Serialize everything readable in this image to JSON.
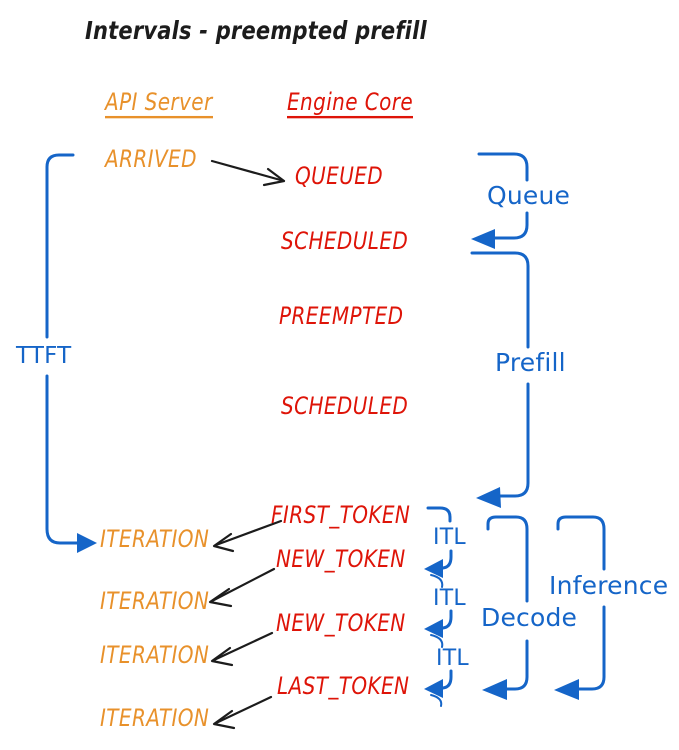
{
  "title": "Intervals - preempted prefill",
  "colors": {
    "orange": "#E8912B",
    "red": "#DE1408",
    "blue": "#1565C8",
    "ink": "#1C1C1C"
  },
  "columns": {
    "api_server": "API Server",
    "engine_core": "Engine Core"
  },
  "api_events": [
    {
      "label": "ARRIVED"
    },
    {
      "label": "ITERATION"
    },
    {
      "label": "ITERATION"
    },
    {
      "label": "ITERATION"
    },
    {
      "label": "ITERATION"
    }
  ],
  "engine_events": [
    {
      "label": "QUEUED"
    },
    {
      "label": "SCHEDULED"
    },
    {
      "label": "PREEMPTED"
    },
    {
      "label": "SCHEDULED"
    },
    {
      "label": "FIRST_TOKEN"
    },
    {
      "label": "NEW_TOKEN"
    },
    {
      "label": "NEW_TOKEN"
    },
    {
      "label": "LAST_TOKEN"
    }
  ],
  "intervals": {
    "ttft": "TTFT",
    "queue": "Queue",
    "prefill": "Prefill",
    "decode": "Decode",
    "inference": "Inference",
    "itl": [
      {
        "label": "ITL"
      },
      {
        "label": "ITL"
      },
      {
        "label": "ITL"
      }
    ]
  }
}
